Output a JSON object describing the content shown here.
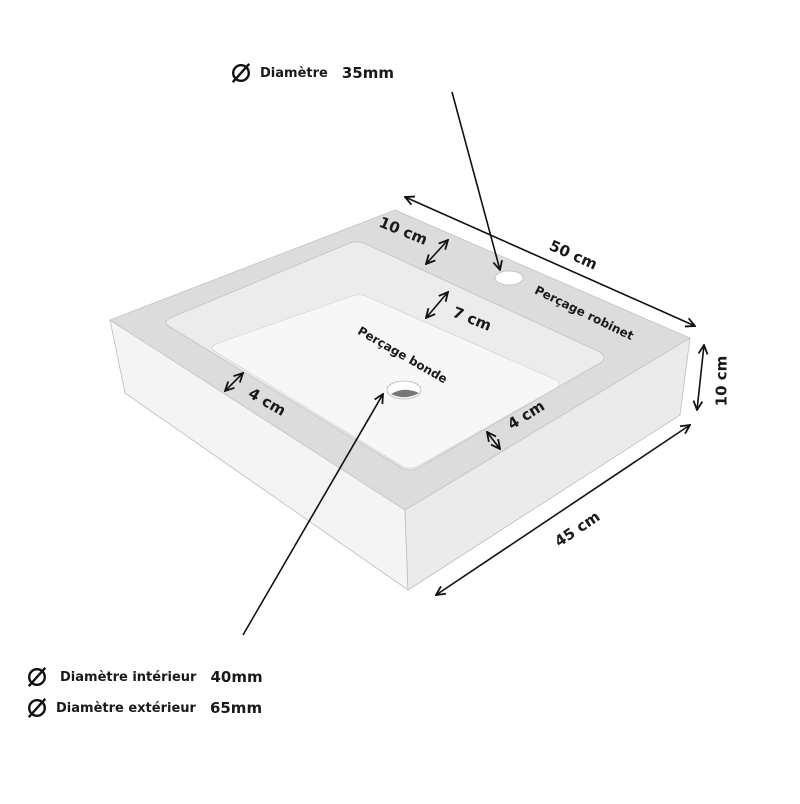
{
  "diagram": {
    "type": "product-dimension-drawing",
    "subject": "washbasin",
    "colors": {
      "background": "#ffffff",
      "top_rim": "#dcdcdc",
      "basin_slope": "#ececec",
      "basin_floor": "#f6f6f6",
      "side_left": "#f4f4f4",
      "side_right": "#ebebeb",
      "edge": "#b8b8b8",
      "ink": "#111111",
      "drain_shadow": "#777777"
    },
    "dimensions": {
      "length": "50 cm",
      "width": "45 cm",
      "height": "10 cm",
      "back_rim": "10 cm",
      "basin_step": "7 cm",
      "left_rim": "4 cm",
      "front_rim": "4 cm"
    },
    "labels": {
      "tap_hole": "Perçage robinet",
      "drain_hole": "Perçage bonde"
    },
    "tap_spec": {
      "label": "Diamètre",
      "value": "35mm"
    },
    "drain_specs": [
      {
        "label": "Diamètre intérieur",
        "value": "40mm"
      },
      {
        "label": "Diamètre extérieur",
        "value": "65mm"
      }
    ]
  }
}
